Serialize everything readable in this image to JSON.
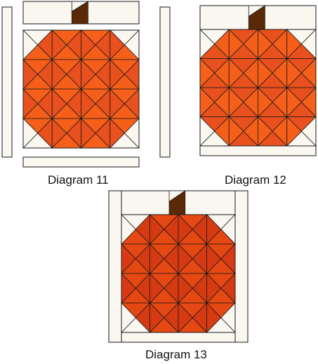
{
  "colors": {
    "cream": "#faf6f0",
    "stem": "#5a2a08",
    "outline": "#1a1a1a",
    "oranges": [
      "#e8501d",
      "#f06a14",
      "#ff7f1a",
      "#f55f1a",
      "#ff9a2e",
      "#d63a12",
      "#e54812",
      "#ff8c1f"
    ]
  },
  "pattern": "quarter-square-triangle pumpkin block, 4x4 grid",
  "diagrams": [
    {
      "id": "diagram-11",
      "caption": "Diagram 11"
    },
    {
      "id": "diagram-12",
      "caption": "Diagram 12"
    },
    {
      "id": "diagram-13",
      "caption": "Diagram 13"
    }
  ]
}
